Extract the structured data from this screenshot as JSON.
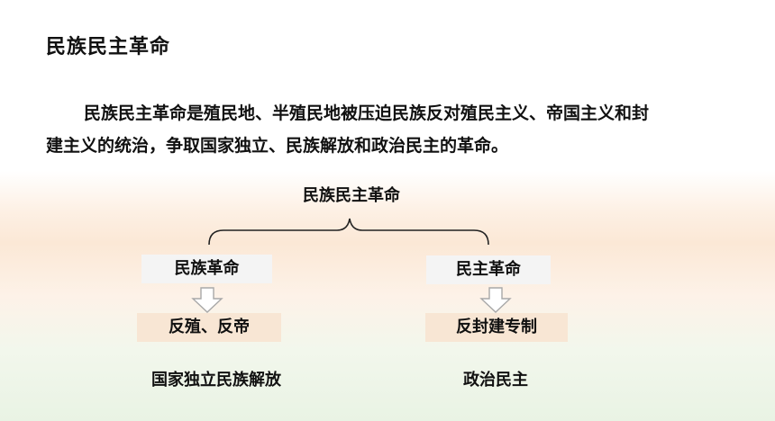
{
  "title": "民族民主革命",
  "paragraph": {
    "line1": "民族民主革命是殖民地、半殖民地被压迫民族反对殖民主义、帝国主义和封",
    "line2": "建主义的统治，争取国家独立、民族解放和政治民主的革命。"
  },
  "diagram": {
    "root": "民族民主革命",
    "left": {
      "label": "民族革命",
      "goal": "反殖、反帝",
      "outcome": "国家独立民族解放"
    },
    "right": {
      "label": "民主革命",
      "goal": "反封建专制",
      "outcome": "政治民主"
    }
  }
}
